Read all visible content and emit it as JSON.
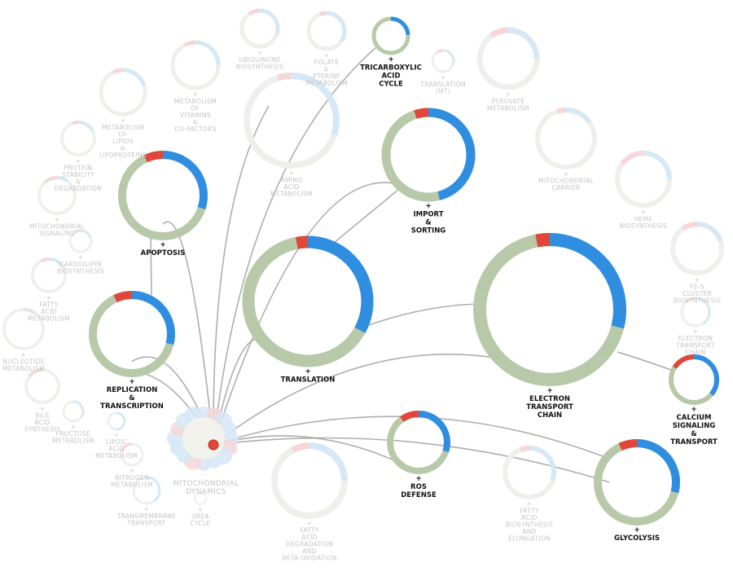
{
  "colors": {
    "base_active": "#b7c9a8",
    "blue": "#2f8ee0",
    "red": "#e0463a",
    "base_inactive": "#efefec",
    "blue_faint": "#d6e8f6",
    "red_faint": "#f6d6d8",
    "edge": "#9a9a9a",
    "hub": "#e0463a"
  },
  "nodes": [
    {
      "id": "tca",
      "label": [
        "TRICARBOXYLIC",
        "ACID",
        "CYCLE"
      ],
      "active": true,
      "red": 0.0,
      "blue": 0.24
    },
    {
      "id": "import",
      "label": [
        "IMPORT",
        "&",
        "SORTING"
      ],
      "active": true,
      "red": 0.05,
      "blue": 0.46
    },
    {
      "id": "apoptosis",
      "label": [
        "APOPTOSIS"
      ],
      "active": true,
      "red": 0.07,
      "blue": 0.3
    },
    {
      "id": "translation",
      "label": [
        "TRANSLATION"
      ],
      "active": true,
      "red": 0.03,
      "blue": 0.33
    },
    {
      "id": "etc",
      "label": [
        "ELECTRON",
        "TRANSPORT",
        "CHAIN"
      ],
      "active": true,
      "red": 0.03,
      "blue": 0.29
    },
    {
      "id": "replication",
      "label": [
        "REPLICATION",
        "&",
        "TRANSCRIPTION"
      ],
      "active": true,
      "red": 0.07,
      "blue": 0.29
    },
    {
      "id": "calcium",
      "label": [
        "CALCIUM",
        "SIGNALING",
        "&",
        "TRANSPORT"
      ],
      "active": true,
      "red": 0.16,
      "blue": 0.36
    },
    {
      "id": "ros",
      "label": [
        "ROS",
        "DEFENSE"
      ],
      "active": true,
      "red": 0.1,
      "blue": 0.3
    },
    {
      "id": "glycolysis",
      "label": [
        "GLYCOLYSIS"
      ],
      "active": true,
      "red": 0.07,
      "blue": 0.29
    },
    {
      "id": "ubiquinone",
      "label": [
        "UBIQUINONE",
        "BIOSYNTHESIS"
      ],
      "active": false,
      "red": 0.1,
      "blue": 0.3
    },
    {
      "id": "folate",
      "label": [
        "FOLATE",
        "&",
        "PTERINE",
        "METABOLISM"
      ],
      "active": false,
      "red": 0.06,
      "blue": 0.35
    },
    {
      "id": "vitamins",
      "label": [
        "METABOLISM",
        "OF",
        "VITAMINS",
        "&",
        "CO-FACTORS"
      ],
      "active": false,
      "red": 0.08,
      "blue": 0.25
    },
    {
      "id": "lipids",
      "label": [
        "METABOLISM",
        "OF",
        "LIPIDS",
        "&",
        "LIPOPROTEINS"
      ],
      "active": false,
      "red": 0.07,
      "blue": 0.2
    },
    {
      "id": "aminoacid",
      "label": [
        "AMINO",
        "ACID",
        "METABOLISM"
      ],
      "active": false,
      "red": 0.05,
      "blue": 0.3
    },
    {
      "id": "protein",
      "label": [
        "PROTEIN",
        "STABILITY",
        "&",
        "DEGRADATION"
      ],
      "active": false,
      "red": 0.06,
      "blue": 0.18
    },
    {
      "id": "mitosignal",
      "label": [
        "MITOCHONDRIAL",
        "SIGNALING"
      ],
      "active": false,
      "red": 0.12,
      "blue": 0.1
    },
    {
      "id": "cardiolipin",
      "label": [
        "CARDIOLIPIN",
        "BIOSYNTHESIS"
      ],
      "active": false,
      "red": 0.1,
      "blue": 0.2
    },
    {
      "id": "fattyacid",
      "label": [
        "FATTY",
        "ACID",
        "METABOLISM"
      ],
      "active": false,
      "red": 0.08,
      "blue": 0.15
    },
    {
      "id": "nucleotide",
      "label": [
        "NUCLEOTIDE",
        "METABOLISM"
      ],
      "active": false,
      "red": 0.0,
      "blue": 0.1
    },
    {
      "id": "bile",
      "label": [
        "BILE",
        "ACID",
        "SYNTHESIS"
      ],
      "active": false,
      "red": 0.15,
      "blue": 0.0
    },
    {
      "id": "fructose",
      "label": [
        "FRUCTOSE",
        "METABOLISM"
      ],
      "active": false,
      "red": 0.0,
      "blue": 0.35
    },
    {
      "id": "lipoic",
      "label": [
        "LIPOIC",
        "ACID",
        "METABOLISM"
      ],
      "active": false,
      "red": 0.0,
      "blue": 0.5
    },
    {
      "id": "nitrogen",
      "label": [
        "NITROGEN",
        "METABOLISM"
      ],
      "active": false,
      "red": 0.2,
      "blue": 0.0
    },
    {
      "id": "transmembrane",
      "label": [
        "TRANSMEMBRANE",
        "TRANSPORT"
      ],
      "active": false,
      "red": 0.0,
      "blue": 0.4
    },
    {
      "id": "urea",
      "label": [
        "UREA",
        "CYCLE"
      ],
      "active": false,
      "red": 0.0,
      "blue": 0.1
    },
    {
      "id": "translationmt",
      "label": [
        "TRANSLATION",
        "(MT)"
      ],
      "active": false,
      "red": 0.1,
      "blue": 0.3
    },
    {
      "id": "pyruvate",
      "label": [
        "PYRUVATE",
        "METABOLISM"
      ],
      "active": false,
      "red": 0.1,
      "blue": 0.25
    },
    {
      "id": "carrier",
      "label": [
        "MITOCHONDRIAL",
        "CARRIER"
      ],
      "active": false,
      "red": 0.05,
      "blue": 0.15
    },
    {
      "id": "heme",
      "label": [
        "HEME",
        "BIOSYNTHESIS"
      ],
      "active": false,
      "red": 0.15,
      "blue": 0.25
    },
    {
      "id": "fes",
      "label": [
        "FE-S",
        "CLUSTER",
        "BIOSYNTHESIS"
      ],
      "active": false,
      "red": 0.1,
      "blue": 0.2
    },
    {
      "id": "etcsmall",
      "label": [
        "ELECTRON",
        "TRANSPORT",
        "CHAIN"
      ],
      "active": false,
      "red": 0.12,
      "blue": 0.4
    },
    {
      "id": "fadeg",
      "label": [
        "FATTY",
        "ACID",
        "DEGRADATION",
        "AND",
        "BETA-OXIDATION"
      ],
      "active": false,
      "red": 0.08,
      "blue": 0.25
    },
    {
      "id": "fabio",
      "label": [
        "FATTY",
        "ACID",
        "BIOSYNTHESIS",
        "AND",
        "ELONGATION"
      ],
      "active": false,
      "red": 0.06,
      "blue": 0.3
    }
  ],
  "hub": {
    "label": [
      "MITOCHONDRIAL",
      "DYNAMICS"
    ],
    "marker": "-"
  },
  "expand_marker": "+"
}
